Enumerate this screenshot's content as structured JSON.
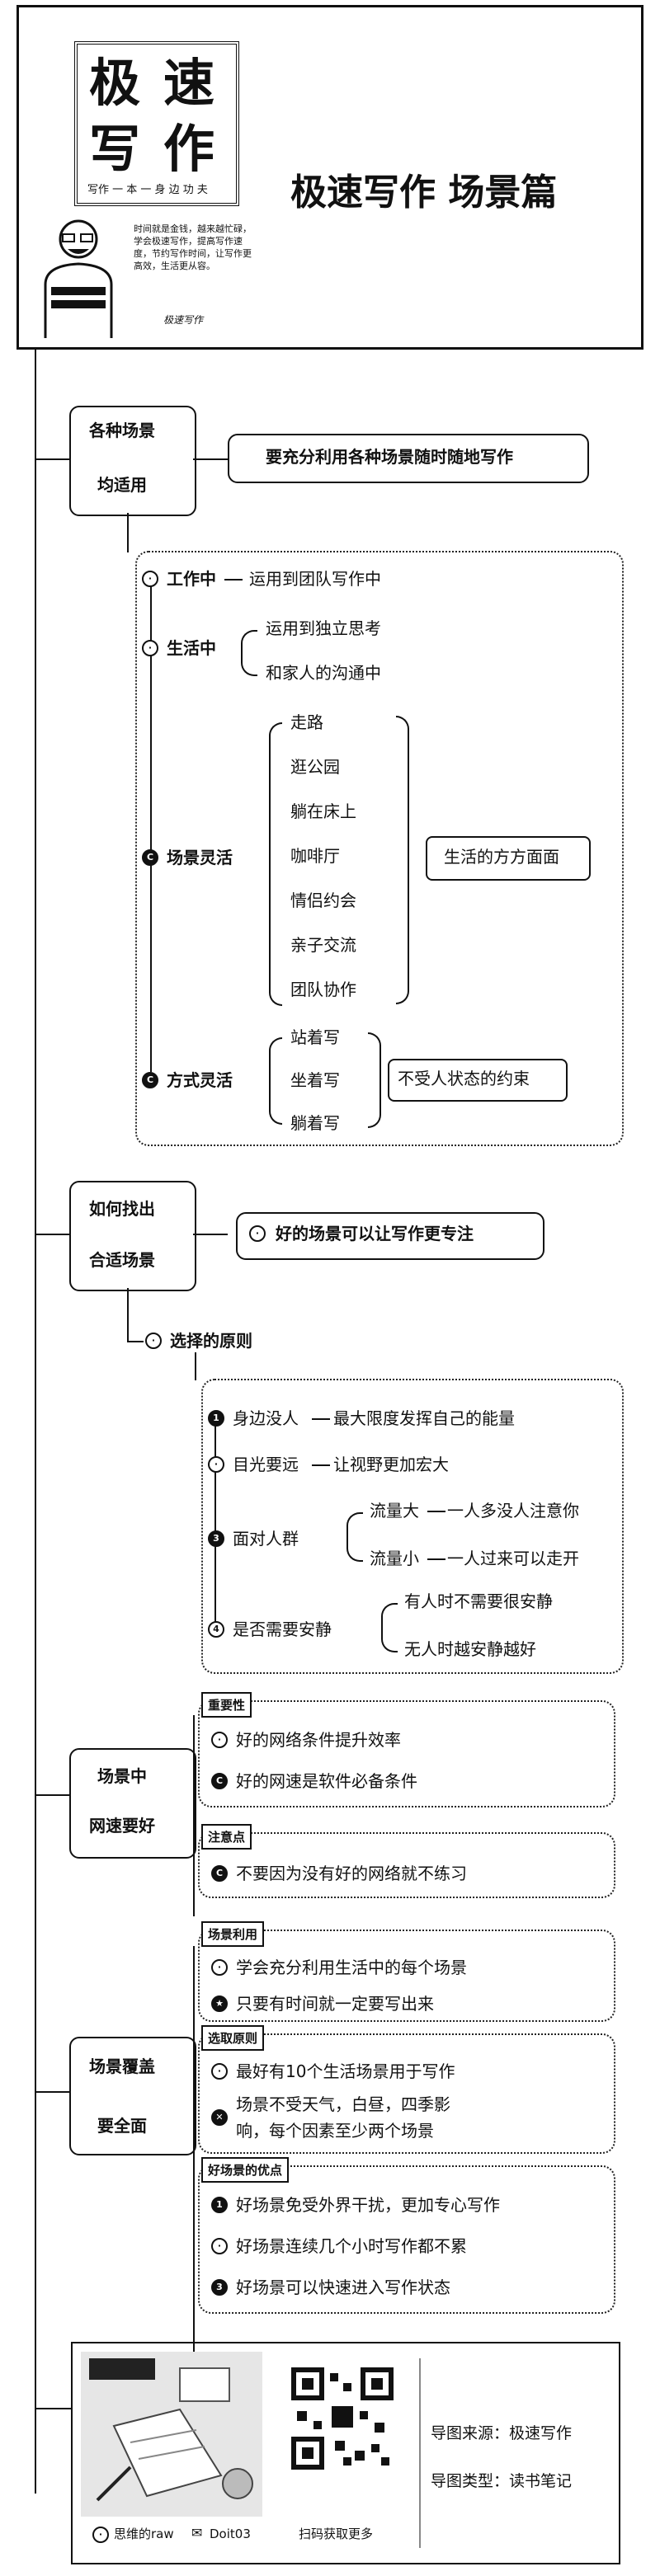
{
  "header": {
    "logo_big": [
      "极",
      "速",
      "写",
      "作"
    ],
    "logo_small": "写作 一 本 一 身 边 功 夫",
    "title": "极速写作   场景篇",
    "intro": "时间就是金钱，越来越忙碌，学会极速写作，提高写作速度，节约写作时间，让写作更高效，生活更从容。",
    "author_sig": "极速写作"
  },
  "s1": {
    "title": [
      "各种场景",
      "均适用"
    ],
    "summary": "要充分利用各种场景随时随地写作",
    "work": {
      "label": "工作中",
      "detail": "运用到团队写作中"
    },
    "life": {
      "label": "生活中",
      "items": [
        "运用到独立思考",
        "和家人的沟通中"
      ]
    },
    "scene": {
      "label": "场景灵活",
      "items": [
        "走路",
        "逛公园",
        "躺在床上",
        "咖啡厅",
        "情侣约会",
        "亲子交流",
        "团队协作"
      ],
      "note": "生活的方方面面"
    },
    "mode": {
      "label": "方式灵活",
      "items": [
        "站着写",
        "坐着写",
        "躺着写"
      ],
      "note": "不受人状态的约束"
    }
  },
  "s2": {
    "title": [
      "如何找出",
      "合适场景"
    ],
    "summary": "好的场景可以让写作更专注",
    "principle": "选择的原则",
    "p1": {
      "label": "身边没人",
      "detail": "最大限度发挥自己的能量"
    },
    "p2": {
      "label": "目光要远",
      "detail": "让视野更加宏大"
    },
    "p3": {
      "label": "面对人群",
      "items": [
        {
          "label": "流量大",
          "detail": "一人多没人注意你"
        },
        {
          "label": "流量小",
          "detail": "一人过来可以走开"
        }
      ]
    },
    "p4": {
      "label": "是否需要安静",
      "items": [
        "有人时不需要很安静",
        "无人时越安静越好"
      ]
    }
  },
  "s3": {
    "title": [
      "场景中",
      "网速要好"
    ],
    "tag1": "重要性",
    "items1": [
      "好的网络条件提升效率",
      "好的网速是软件必备条件"
    ],
    "tag2": "注意点",
    "items2": [
      "不要因为没有好的网络就不练习"
    ]
  },
  "s4": {
    "title": [
      "场景覆盖",
      "要全面"
    ],
    "tag1": "场景利用",
    "items1": [
      "学会充分利用生活中的每个场景",
      "只要有时间就一定要写出来"
    ],
    "tag2": "选取原则",
    "items2": [
      "最好有10个生活场景用于写作",
      "场景不受天气，白昼，四季影",
      "响，每个因素至少两个场景"
    ],
    "tag3": "好场景的优点",
    "items3": [
      "好场景免受外界干扰，更加专心写作",
      "好场景连续几个小时写作都不累",
      "好场景可以快速进入写作状态"
    ]
  },
  "footer": {
    "brand": "思维的raw",
    "handle": "Doit03",
    "qr_caption": "扫码获取更多",
    "source": "导图来源：极速写作",
    "type": "导图类型：读书笔记"
  }
}
